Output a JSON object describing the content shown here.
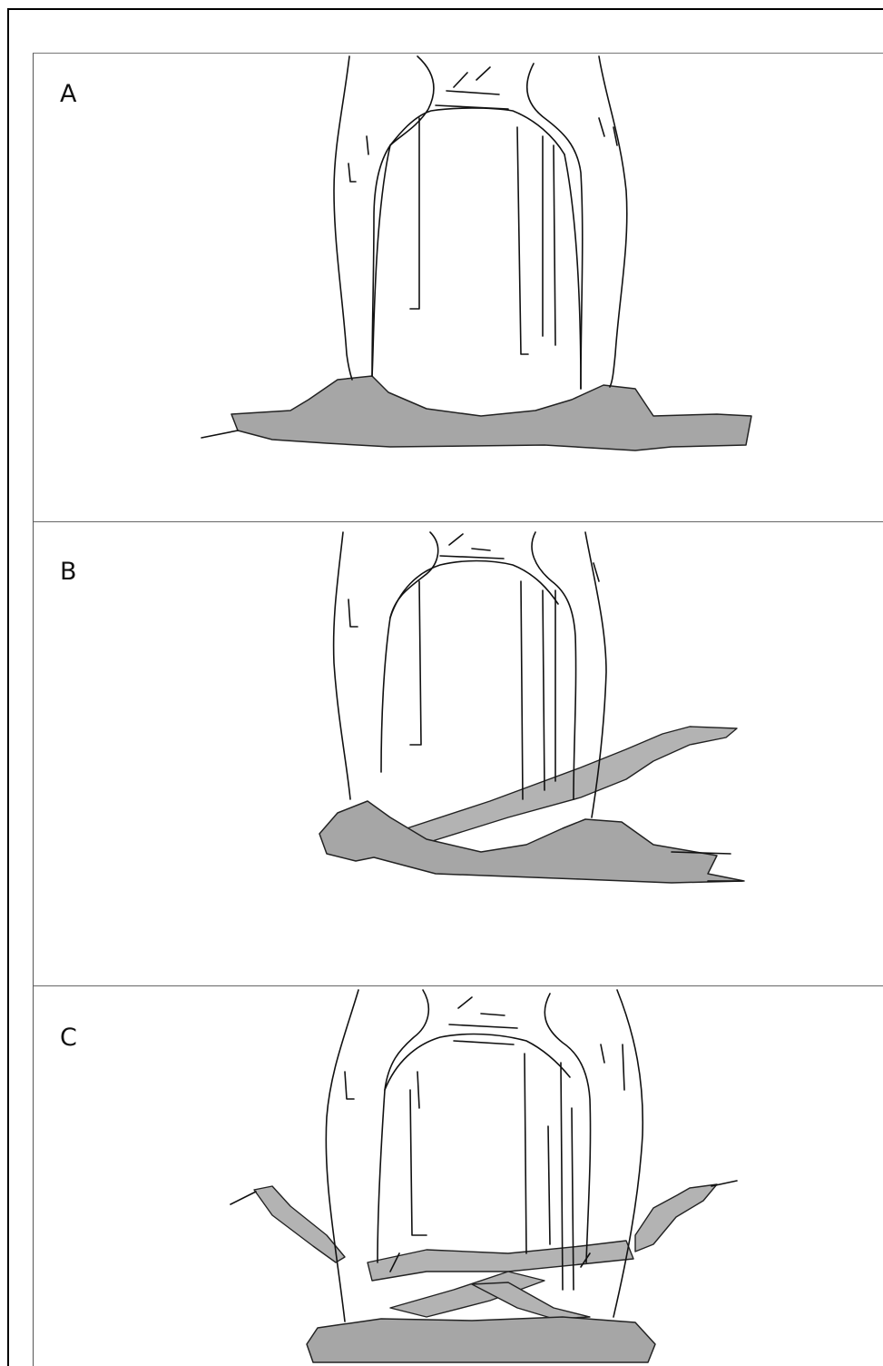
{
  "panels": [
    {
      "label": "A"
    },
    {
      "label": "B"
    },
    {
      "label": "C"
    }
  ],
  "colors": {
    "line": "#111111",
    "shading": "#a6a6a6",
    "background": "#ffffff"
  }
}
